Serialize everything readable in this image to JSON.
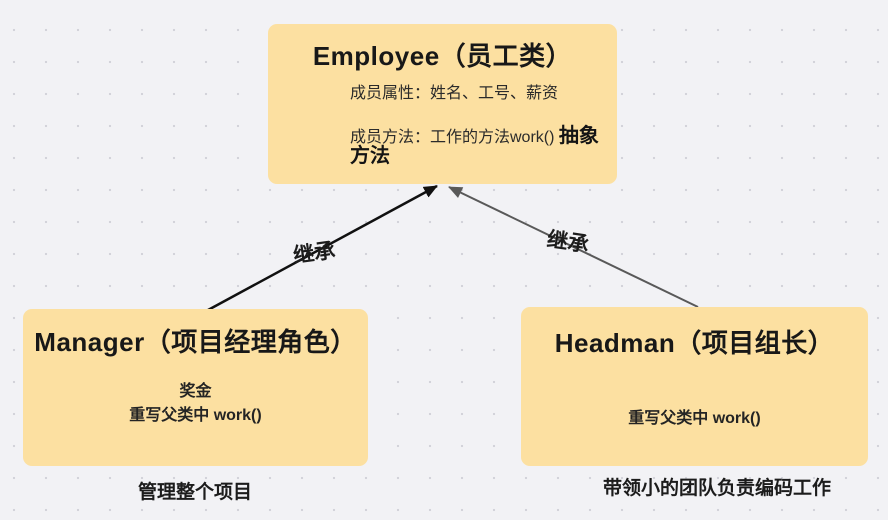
{
  "colors": {
    "background": "#f2f2f5",
    "grid_dot": "#d3d3da",
    "box_fill": "#fce0a1",
    "text": "#1f1f1f",
    "arrow_manager": "#111111",
    "arrow_headman": "#595959"
  },
  "nodes": {
    "employee": {
      "title": "Employee（员工类）",
      "attributes_line": "成员属性：姓名、工号、薪资",
      "methods_line": "成员方法：工作的方法work()",
      "methods_emphasis": "抽象方法"
    },
    "manager": {
      "title": "Manager（项目经理角色）",
      "body_line1": "奖金",
      "body_line2": "重写父类中 work()"
    },
    "headman": {
      "title": "Headman（项目组长）",
      "body_line1": "重写父类中 work()"
    }
  },
  "edges": {
    "manager_to_employee": {
      "label": "继承"
    },
    "headman_to_employee": {
      "label": "继承"
    }
  },
  "captions": {
    "manager": "管理整个项目",
    "headman": "带领小的团队负责编码工作"
  }
}
